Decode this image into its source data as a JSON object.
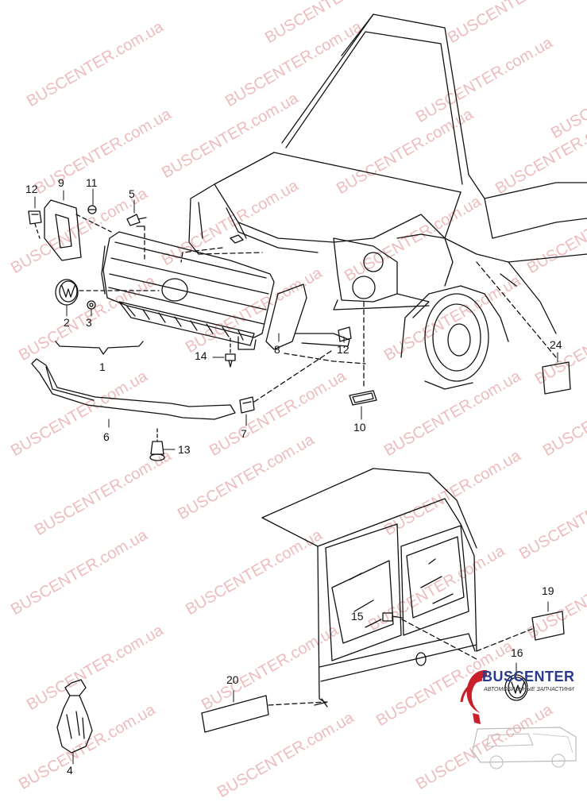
{
  "watermark": "BUSCENTER.com.ua",
  "callouts": [
    "12",
    "9",
    "11",
    "5",
    "2",
    "3",
    "1",
    "14",
    "8",
    "12",
    "24",
    "6",
    "7",
    "10",
    "13",
    "15",
    "19",
    "16",
    "20",
    "4"
  ],
  "logo": {
    "name": "BUSCENTER",
    "tagline": "АВТОМОБИЛЬНЫЕ ЗАПЧАСТИНИ"
  }
}
